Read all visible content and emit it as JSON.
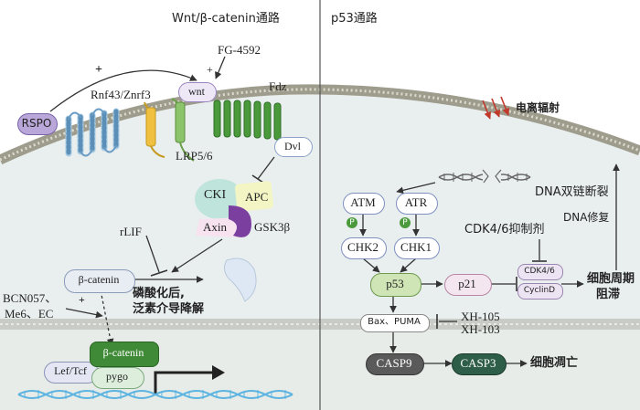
{
  "panels": {
    "wnt": {
      "title": "Wnt/β-catenin通路"
    },
    "p53": {
      "title": "p53通路"
    }
  },
  "wnt_pathway": {
    "rspo": "RSPO",
    "plus_sign": "+",
    "wnt": "wnt",
    "fg4592": "FG-4592",
    "rnf43_znrf3": "Rnf43/Znrf3",
    "fdz": "Fdz",
    "lrp56": "LRP5/6",
    "dvl": "Dvl",
    "cki": "CKI",
    "apc": "APC",
    "axin": "Axin",
    "gsk3b": "GSK3β",
    "rlif": "rLIF",
    "beta_catenin": "β-catenin",
    "phospho_line1": "磷酸化后,",
    "phospho_line2": "泛素介导降解",
    "activators_line1": "BCN057、",
    "activators_line2": "Me6、EC",
    "nuclear_beta_catenin": "β-catenin",
    "lef_tcf": "Lef/Tcf",
    "pygo": "pygo"
  },
  "p53_pathway": {
    "ionizing_radiation": "电离辐射",
    "dna_dsb": "DNA双链断裂",
    "dna_repair": "DNA修复",
    "atm": "ATM",
    "atr": "ATR",
    "phospho_p": "P",
    "chk2": "CHK2",
    "chk1": "CHK1",
    "cdk46_inhibitor": "CDK4/6抑制剂",
    "p53": "p53",
    "p21": "p21",
    "cdk46": "CDK4/6",
    "cyclind": "CyclinD",
    "cell_cycle_arrest_line1": "细胞周期",
    "cell_cycle_arrest_line2": "阻滞",
    "bax_puma": "Bax、PUMA",
    "xh105": "XH-105",
    "xh103": "XH-103",
    "casp9": "CASP9",
    "casp3": "CASP3",
    "apoptosis": "细胞凋亡"
  },
  "colors": {
    "membrane": "#9e9c8c",
    "receptor_green": "#4a9a3c",
    "lrp_green": "#8cc46c",
    "rnf_yellow": "#f0c040",
    "rspo_purple": "#b9a7d9",
    "p53_green": "#cfe5b5",
    "casp9_dark": "#5a5a5a",
    "casp3_dark": "#2f5e48",
    "dna_blue": "#5db4e0"
  }
}
